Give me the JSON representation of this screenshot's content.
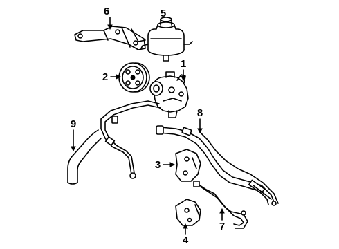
{
  "diagram": {
    "ink_color": "#000000",
    "background_color": "#ffffff",
    "callouts": {
      "c1": "1",
      "c2": "2",
      "c3": "3",
      "c4": "4",
      "c5": "5",
      "c6": "6",
      "c7": "7",
      "c8": "8",
      "c9": "9"
    }
  }
}
